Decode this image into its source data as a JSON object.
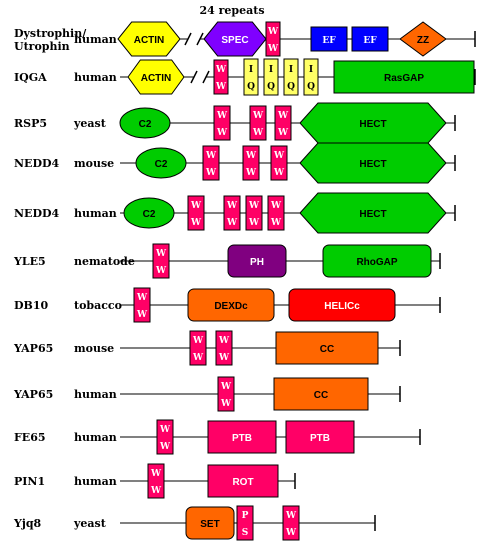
{
  "note": "24 repeats",
  "colors": {
    "ACTIN": "#ffff00",
    "SPEC": "#7f00ff",
    "WW": "#ff0066",
    "EF": "#0000ff",
    "ZZ": "#ff6600",
    "IQ": "#ffff66",
    "RasGAP": "#00cc00",
    "C2": "#00cc00",
    "HECT": "#00cc00",
    "PH": "#800080",
    "RhoGAP": "#00cc00",
    "DEXDc": "#ff6600",
    "HELICc": "#ff0000",
    "CC": "#ff6600",
    "PTB": "#ff0066",
    "ROT": "#ff0066",
    "SET": "#ff6600",
    "PS": "#ff0066"
  },
  "proteins": [
    {
      "name": "Dystrophin/\nUtrophin",
      "organism": "human",
      "domains": [
        "ACTIN",
        "SPEC",
        "WW",
        "EF",
        "EF",
        "ZZ"
      ]
    },
    {
      "name": "IQGA",
      "organism": "human",
      "domains": [
        "ACTIN",
        "WW",
        "IQ",
        "IQ",
        "IQ",
        "IQ",
        "RasGAP"
      ]
    },
    {
      "name": "RSP5",
      "organism": "yeast",
      "domains": [
        "C2",
        "WW",
        "WW",
        "WW",
        "HECT"
      ]
    },
    {
      "name": "NEDD4",
      "organism": "mouse",
      "domains": [
        "C2",
        "WW",
        "WW",
        "WW",
        "HECT"
      ]
    },
    {
      "name": "NEDD4",
      "organism": "human",
      "domains": [
        "C2",
        "WW",
        "WW",
        "WW",
        "WW",
        "HECT"
      ]
    },
    {
      "name": "YLE5",
      "organism": "nematode",
      "domains": [
        "WW",
        "PH",
        "RhoGAP"
      ]
    },
    {
      "name": "DB10",
      "organism": "tobacco",
      "domains": [
        "WW",
        "DEXDc",
        "HELICc"
      ]
    },
    {
      "name": "YAP65",
      "organism": "mouse",
      "domains": [
        "WW",
        "WW",
        "CC"
      ]
    },
    {
      "name": "YAP65",
      "organism": "human",
      "domains": [
        "WW",
        "CC"
      ]
    },
    {
      "name": "FE65",
      "organism": "human",
      "domains": [
        "WW",
        "PTB",
        "PTB"
      ]
    },
    {
      "name": "PIN1",
      "organism": "human",
      "domains": [
        "WW",
        "ROT"
      ]
    },
    {
      "name": "Yjq8",
      "organism": "yeast",
      "domains": [
        "SET",
        "PS",
        "WW"
      ]
    }
  ]
}
